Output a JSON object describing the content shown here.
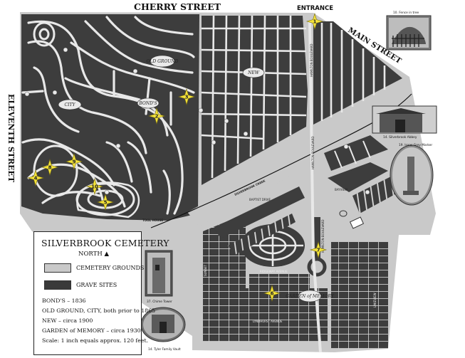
{
  "streets": {
    "north": "CHERRY STREET",
    "entrance": "ENTRANCE",
    "east": "MAIN STREET",
    "west": "ELEVENTH STREET",
    "south": "LYNDHURST AVENUE"
  },
  "features": {
    "creek": "SILVERBROOK CREEK",
    "tool_house": "TOOL HOUSE",
    "ridgeway": "RIDGEWAY AVENUE",
    "hamilton_n": "HAMILTON BOULEVARD",
    "hamilton_s": "HAMILTON BOULEVARD",
    "hamilton_mid": "HAMILTON BOULEVARD",
    "bayview": "BAYVIEW",
    "baptist": "BAPTIST DRIVE",
    "sunset": "SUNSET",
    "lakeview": "LAKEVIEW"
  },
  "sections": {
    "old_ground": "OLD GROUND",
    "new": "NEW",
    "city": "CITY",
    "bonds": "BOND'S",
    "garden": "GARDEN of MEMORY"
  },
  "markers": [
    "1",
    "2",
    "3",
    "4",
    "5",
    "6",
    "7",
    "8",
    "9",
    "10"
  ],
  "photos": {
    "fence": "10. Fence in tree",
    "abbey": "14. Silverbrook Abbey",
    "isaac": "19. Isaac Grey Marker",
    "chime": "37. Chime Tower",
    "vault": "14. Tyler Family Vault"
  },
  "legend": {
    "title": "SILVERBROOK CEMETERY",
    "north": "NORTH ▲",
    "grounds_label": "CEMETERY GROUNDS",
    "grave_label": "GRAVE SITES",
    "grounds_color": "#c9c9c9",
    "grave_color": "#3a3a3a",
    "lines": [
      "BOND'S – 1836",
      "OLD GROUND, CITY, both prior to 1865",
      "NEW – circa 1900",
      "GARDEN of MEMORY – circa 1930",
      "Scale:  1 inch equals approx. 120 feet."
    ]
  },
  "colors": {
    "grave": "#3a3a3a",
    "grounds": "#c9c9c9",
    "star": "#f3e23a",
    "paper": "#ffffff"
  }
}
